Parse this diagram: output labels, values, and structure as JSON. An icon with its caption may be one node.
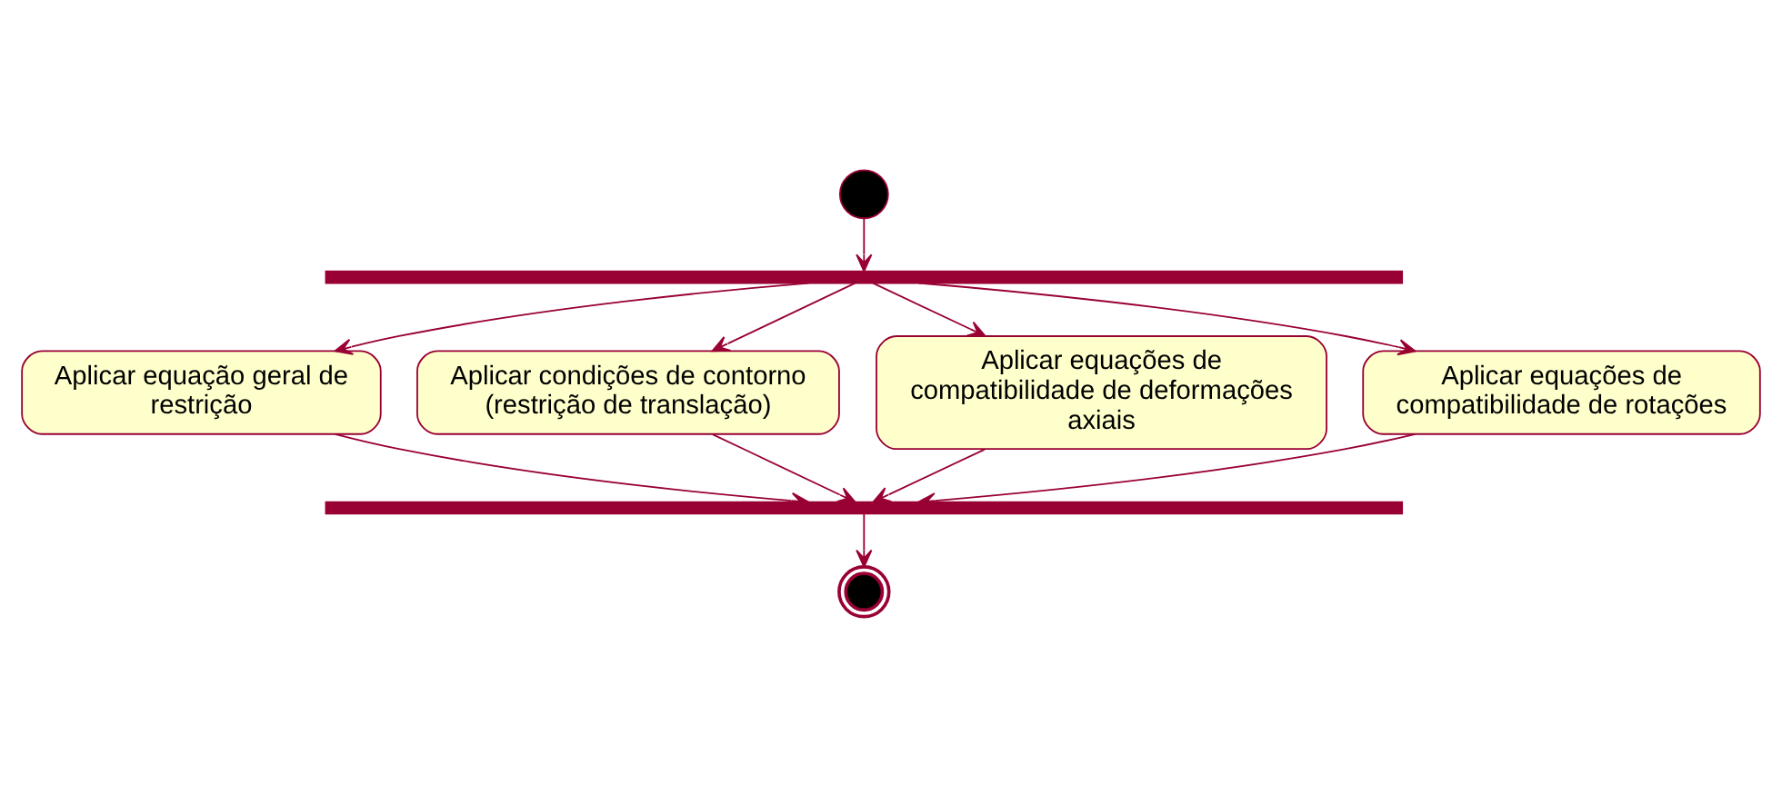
{
  "diagram": {
    "nodes": [
      {
        "text": [],
        "shape": "circle"
      },
      {
        "text": [],
        "shape": "bar"
      },
      {
        "text": [
          "Aplicar equação geral de restrição"
        ]
      },
      {
        "text": [
          "Aplicar condições de contorno (restrição de translação)"
        ]
      },
      {
        "text": [
          "Aplicar equações de compatibilidade de deformações axiais"
        ]
      },
      {
        "text": [
          "Aplicar equações de compatibilidade de rotações"
        ]
      },
      {
        "text": [],
        "shape": "bar"
      },
      {
        "text": [],
        "shape": "circle"
      }
    ],
    "edges": [
      {
        "from": 0,
        "to": 1,
        "arrow": "to"
      },
      {
        "from": 1,
        "to": 2,
        "arrow": "to"
      },
      {
        "from": 1,
        "to": 3,
        "arrow": "to"
      },
      {
        "from": 1,
        "to": 4,
        "arrow": "to"
      },
      {
        "from": 1,
        "to": 5,
        "arrow": "to"
      },
      {
        "from": 2,
        "to": 6,
        "arrow": "to"
      },
      {
        "from": 3,
        "to": 6,
        "arrow": "to"
      },
      {
        "from": 4,
        "to": 6,
        "arrow": "to"
      },
      {
        "from": 5,
        "to": 6,
        "arrow": "to"
      },
      {
        "from": 6,
        "to": 7,
        "arrow": "to"
      }
    ]
  }
}
